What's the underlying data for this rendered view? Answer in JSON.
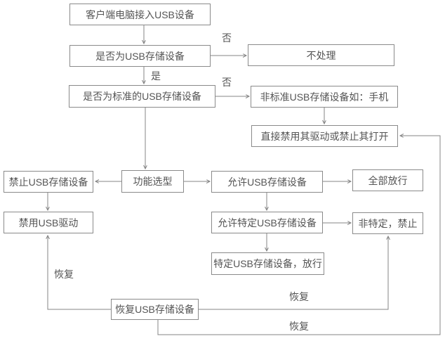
{
  "diagram": {
    "type": "flowchart",
    "nodes": {
      "client_connect": "客户端电脑接入USB设备",
      "is_usb_storage": "是否为USB存储设备",
      "no_action": "不处理",
      "is_standard_usb": "是否为标准的USB存储设备",
      "non_standard_usb": "非标准USB存储设备如：手机",
      "disable_driver_or_block_open": "直接禁用其驱动或禁止其打开",
      "forbid_usb_storage": "禁止USB存储设备",
      "function_select": "功能选型",
      "allow_usb_storage": "允许USB存储设备",
      "allow_all": "全部放行",
      "disable_usb_driver": "禁用USB驱动",
      "allow_specific_usb": "允许特定USB存储设备",
      "non_specific_forbid": "非特定，禁止",
      "specific_usb_allow": "特定USB存储设备，放行",
      "restore_usb_storage": "恢复USB存储设备"
    },
    "edge_labels": {
      "no_top": "否",
      "yes": "是",
      "no_mid": "否",
      "restore_left": "恢复",
      "restore_right_upper": "恢复",
      "restore_right_lower": "恢复"
    },
    "edges": [
      {
        "from": "client_connect",
        "to": "is_usb_storage",
        "label": ""
      },
      {
        "from": "is_usb_storage",
        "to": "no_action",
        "label": "否"
      },
      {
        "from": "is_usb_storage",
        "to": "is_standard_usb",
        "label": "是"
      },
      {
        "from": "is_standard_usb",
        "to": "non_standard_usb",
        "label": "否"
      },
      {
        "from": "non_standard_usb",
        "to": "disable_driver_or_block_open",
        "label": ""
      },
      {
        "from": "is_standard_usb",
        "to": "function_select",
        "label": ""
      },
      {
        "from": "function_select",
        "to": "forbid_usb_storage",
        "label": ""
      },
      {
        "from": "function_select",
        "to": "allow_usb_storage",
        "label": ""
      },
      {
        "from": "allow_usb_storage",
        "to": "allow_all",
        "label": ""
      },
      {
        "from": "forbid_usb_storage",
        "to": "disable_usb_driver",
        "label": ""
      },
      {
        "from": "allow_usb_storage",
        "to": "allow_specific_usb",
        "label": ""
      },
      {
        "from": "allow_specific_usb",
        "to": "non_specific_forbid",
        "label": ""
      },
      {
        "from": "allow_specific_usb",
        "to": "specific_usb_allow",
        "label": ""
      },
      {
        "from": "restore_usb_storage",
        "to": "disable_usb_driver",
        "label": "恢复"
      },
      {
        "from": "restore_usb_storage",
        "to": "non_specific_forbid",
        "label": "恢复"
      },
      {
        "from": "restore_usb_storage",
        "to": "disable_driver_or_block_open",
        "label": "恢复"
      }
    ],
    "colors": {
      "line": "#848484",
      "box_border": "#8a8a8a",
      "text": "#555555",
      "background": "#ffffff"
    }
  }
}
